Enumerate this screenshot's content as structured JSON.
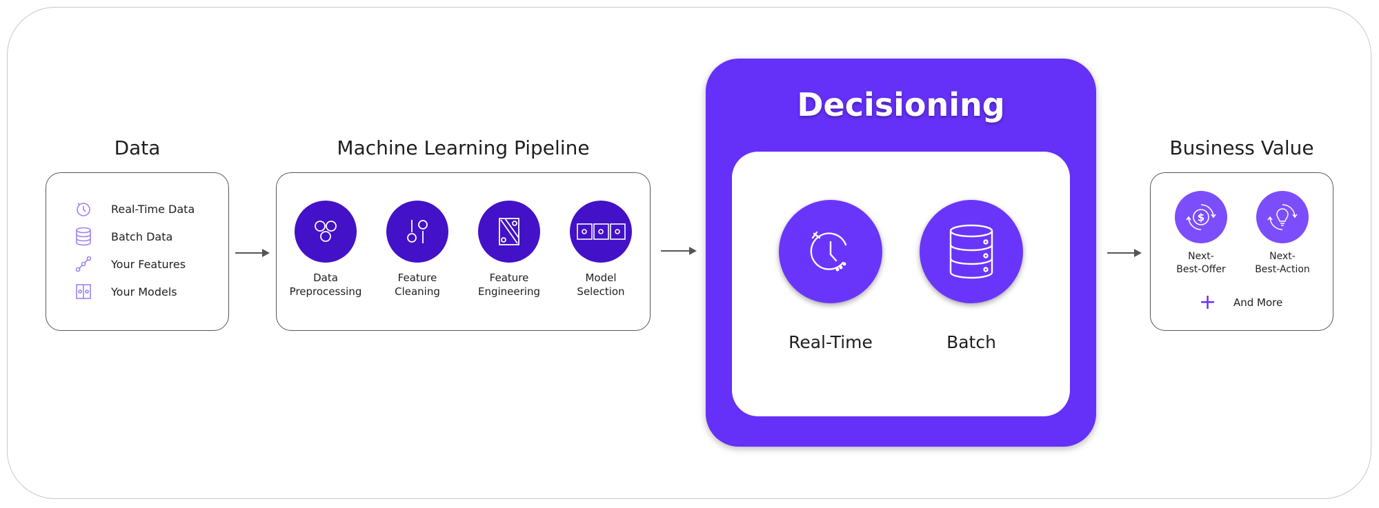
{
  "sections": {
    "data": {
      "title": "Data",
      "items": [
        {
          "label": "Real-Time Data",
          "icon": "stopwatch-icon"
        },
        {
          "label": "Batch Data",
          "icon": "database-icon"
        },
        {
          "label": "Your Features",
          "icon": "nodes-icon"
        },
        {
          "label": "Your Models",
          "icon": "model-blocks-icon"
        }
      ]
    },
    "pipeline": {
      "title": "Machine Learning Pipeline",
      "steps": [
        {
          "line1": "Data",
          "line2": "Preprocessing",
          "icon": "three-circles-icon"
        },
        {
          "line1": "Feature",
          "line2": "Cleaning",
          "icon": "sliders-icon"
        },
        {
          "line1": "Feature",
          "line2": "Engineering",
          "icon": "diagonal-panel-icon"
        },
        {
          "line1": "Model",
          "line2": "Selection",
          "icon": "three-boxes-icon"
        }
      ]
    },
    "decisioning": {
      "title": "Decisioning",
      "modes": [
        {
          "label": "Real-Time",
          "icon": "stopwatch-icon"
        },
        {
          "label": "Batch",
          "icon": "database-icon"
        }
      ]
    },
    "business_value": {
      "title": "Business Value",
      "items": [
        {
          "line1": "Next-",
          "line2": "Best-Offer",
          "icon": "dollar-cycle-icon"
        },
        {
          "line1": "Next-",
          "line2": "Best-Action",
          "icon": "lightbulb-cycle-icon"
        }
      ],
      "more_label": "And More",
      "more_icon": "plus-icon"
    }
  },
  "colors": {
    "accent_purple": "#6530f8",
    "pipeline_purple": "#4311c7",
    "icon_lavender": "#9e80f0",
    "border_gray": "#555555"
  }
}
